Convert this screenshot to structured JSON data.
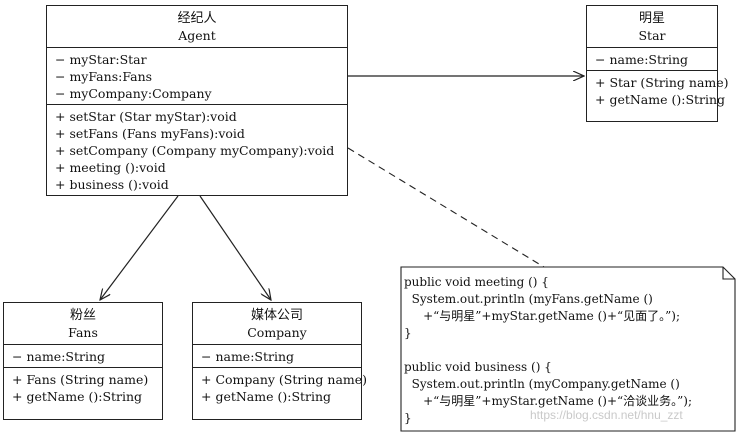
{
  "agent": {
    "name_cn": "经纪人",
    "name_en": "Agent",
    "attributes": [
      "− myStar:Star",
      "− myFans:Fans",
      "− myCompany:Company"
    ],
    "operations": [
      "+ setStar (Star myStar):void",
      "+ setFans (Fans myFans):void",
      "+ setCompany (Company myCompany):void",
      "+ meeting ():void",
      "+ business ():void"
    ]
  },
  "star": {
    "name_cn": "明星",
    "name_en": "Star",
    "attributes": [
      "− name:String"
    ],
    "operations": [
      "+ Star (String name)",
      "+ getName ():String"
    ]
  },
  "fans": {
    "name_cn": "粉丝",
    "name_en": "Fans",
    "attributes": [
      "− name:String"
    ],
    "operations": [
      "+ Fans (String name)",
      "+ getName ():String"
    ]
  },
  "company": {
    "name_cn": "媒体公司",
    "name_en": "Company",
    "attributes": [
      "− name:String"
    ],
    "operations": [
      "+ Company (String name)",
      "+ getName ():String"
    ]
  },
  "note": {
    "lines": [
      "public void meeting () {",
      "  System.out.println (myFans.getName ()",
      "     +“与明星”+myStar.getName ()+“见面了。”);",
      "}",
      "",
      "public void business () {",
      "  System.out.println (myCompany.getName ()",
      "     +“与明星”+myStar.getName ()+“洽谈业务。”);",
      "}"
    ]
  },
  "watermark": "https://blog.csdn.net/hnu_zzt"
}
